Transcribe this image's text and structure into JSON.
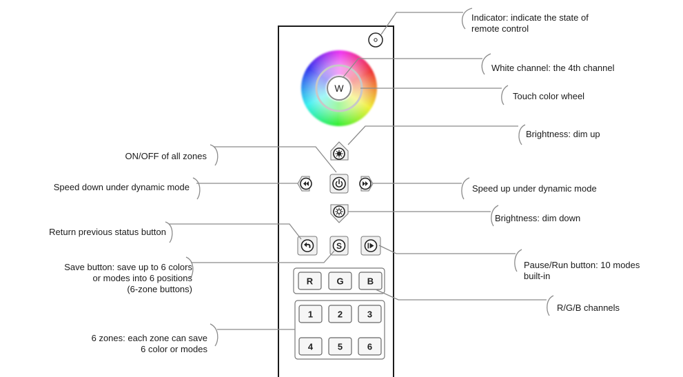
{
  "remote": {
    "white_button_label": "W",
    "save_button_label": "S",
    "channel_buttons": [
      "R",
      "G",
      "B"
    ],
    "zone_buttons": [
      "1",
      "2",
      "3",
      "4",
      "5",
      "6"
    ]
  },
  "callouts": {
    "indicator": [
      "Indicator: indicate the state of",
      "remote control"
    ],
    "white_channel": [
      "White channel: the 4th channel"
    ],
    "color_wheel": [
      "Touch color wheel"
    ],
    "dim_up": [
      "Brightness: dim up"
    ],
    "on_off": [
      "ON/OFF of all zones"
    ],
    "speed_down": [
      "Speed down under dynamic mode"
    ],
    "speed_up": [
      "Speed up under dynamic mode"
    ],
    "dim_down": [
      "Brightness: dim down"
    ],
    "return_previous": [
      "Return previous status button"
    ],
    "save": [
      "Save button: save up to 6 colors",
      "or modes into 6 positions",
      "(6-zone buttons)"
    ],
    "pause_run": [
      "Pause/Run button: 10 modes",
      "built-in"
    ],
    "rgb_channels": [
      "R/G/B channels"
    ],
    "zones": [
      "6 zones: each zone can save",
      "6 color or modes"
    ]
  }
}
